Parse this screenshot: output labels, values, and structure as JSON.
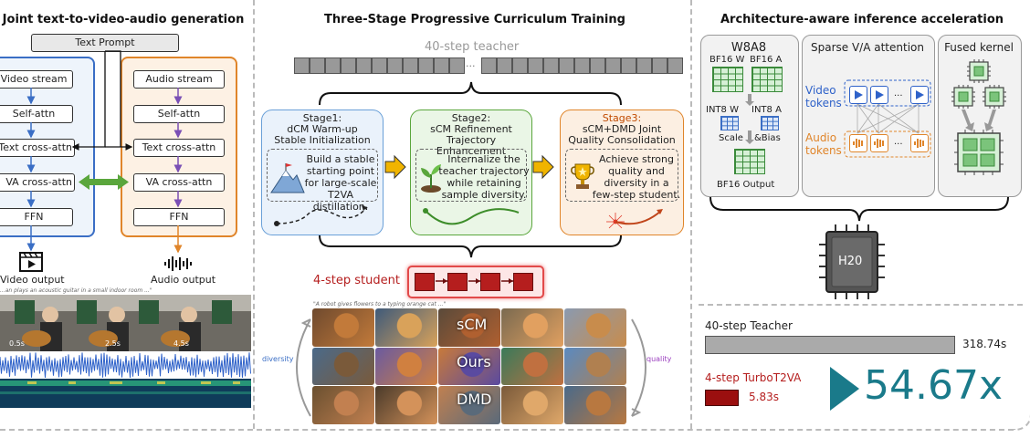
{
  "sections": {
    "left_title": "Joint text-to-video-audio generation",
    "mid_title": "Three-Stage Progressive Curriculum Training",
    "right_title": "Architecture-aware inference acceleration"
  },
  "joint": {
    "text_prompt": "Text Prompt",
    "video_blocks": [
      "Video stream",
      "Self-attn",
      "Text cross-attn",
      "VA cross-attn",
      "FFN"
    ],
    "audio_blocks": [
      "Audio stream",
      "Self-attn",
      "Text cross-attn",
      "VA cross-attn",
      "FFN"
    ],
    "video_output": "Video output",
    "audio_output": "Audio output",
    "video_caption": "...an plays an acoustic guitar in a small indoor room ...\"",
    "timestamps": [
      "0.5s",
      "2.5s",
      "4.5s"
    ],
    "colors": {
      "video": "#3a6ec5",
      "audio": "#e0852a",
      "link": "#5aa63c"
    }
  },
  "curriculum": {
    "teacher_label": "40-step teacher",
    "ellipsis": "...",
    "stages": [
      {
        "title1": "Stage1:",
        "title2": "dCM Warm-up",
        "title3": "Stable Initialization",
        "text": [
          "Build a stable",
          "starting point",
          "for large-scale",
          "T2VA distillation."
        ]
      },
      {
        "title1": "Stage2:",
        "title2": "sCM Refinement",
        "title3": "Trajectory Enhancement",
        "text": [
          "Internalize the",
          "teacher trajectory",
          "while retaining",
          "sample diversity."
        ]
      },
      {
        "title1": "Stage3:",
        "title2": "sCM+DMD Joint",
        "title3": "Quality Consolidation",
        "text": [
          "Achieve strong",
          "quality and",
          "diversity in a",
          "few-step student."
        ]
      }
    ],
    "student_label": "4-step student",
    "grid_caption": "\"A robot gives flowers to a typing orange cat ...\"",
    "row_labels": [
      "sCM",
      "Ours",
      "DMD"
    ],
    "diversity": "diversity",
    "quality": "quality"
  },
  "accel": {
    "w8a8": {
      "title": "W8A8",
      "bf16_w": "BF16 W",
      "bf16_a": "BF16 A",
      "int8_w": "INT8 W",
      "int8_a": "INT8 A",
      "scale": "Scale",
      "bias": "&Bias",
      "output": "BF16 Output"
    },
    "sparse": {
      "title": "Sparse V/A attention",
      "video_tokens": "Video tokens",
      "audio_tokens": "Audio tokens",
      "dots": "..."
    },
    "fused": {
      "title": "Fused kernel"
    },
    "chip_label": "H20",
    "teacher_name": "40-step Teacher",
    "teacher_time": "318.74s",
    "teacher_seconds": 318.74,
    "student_name": "4-step TurboT2VA",
    "student_time": "5.83s",
    "student_seconds": 5.83,
    "speedup": "54.67x"
  }
}
